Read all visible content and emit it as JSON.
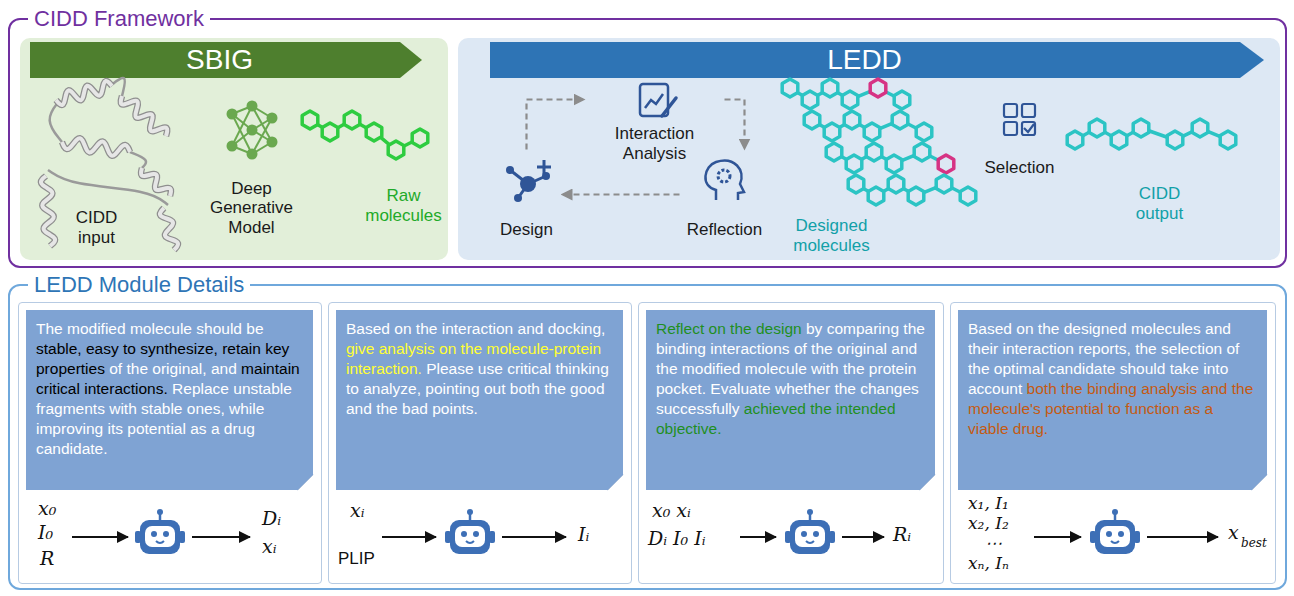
{
  "diagram": {
    "nodes": [
      {
        "text": [
          "CIDD Framework"
        ]
      },
      {
        "text": [
          "SBIG"
        ],
        "in": 0
      },
      {
        "text": [
          "CIDD input"
        ],
        "in": 1
      },
      {
        "text": [
          "Deep Generative Model"
        ],
        "in": 1
      },
      {
        "text": [
          "Raw molecules"
        ],
        "in": 1
      },
      {
        "text": [
          "LEDD"
        ],
        "in": 0
      },
      {
        "text": [
          "Design"
        ],
        "in": 5
      },
      {
        "text": [
          "Interaction Analysis"
        ],
        "in": 5
      },
      {
        "text": [
          "Reflection"
        ],
        "in": 5
      },
      {
        "text": [
          "Designed molecules"
        ],
        "in": 5
      },
      {
        "text": [
          "Selection"
        ],
        "in": 5
      },
      {
        "text": [
          "CIDD output"
        ],
        "in": 5
      },
      {
        "text": [
          "LEDD Module Details"
        ]
      },
      {
        "text": [
          "The modified molecule should be stable, easy to synthesize, retain key properties of the original, and maintain critical interactions. Replace unstable fragments with stable ones, while improving its potential as a drug candidate."
        ],
        "in": 12
      },
      {
        "text": [
          "Based on the interaction and docking, give analysis on the molecule-protein interaction. Please use critical thinking to analyze, pointing out both the good and the bad points."
        ],
        "in": 12
      },
      {
        "text": [
          "Reflect on the design by comparing the binding interactions of the original and the modified molecule with the protein pocket. Evaluate whether the changes successfully achieved the intended objective."
        ],
        "in": 12
      },
      {
        "text": [
          "Based on the designed molecules and their interaction reports, the selection of the optimal candidate should take into account both the binding analysis and the molecule's potential to function as a viable drug."
        ],
        "in": 12
      }
    ],
    "edges": [
      {
        "from": 6,
        "to": 7,
        "arrow": "to"
      },
      {
        "from": 7,
        "to": 8,
        "arrow": "to"
      },
      {
        "from": 8,
        "to": 6,
        "arrow": "to"
      }
    ],
    "labels": [
      "x₀",
      "I₀",
      "R",
      "Dᵢ",
      "xᵢ",
      "xᵢ",
      "PLIP",
      "Iᵢ",
      "x₀ xᵢ",
      "Dᵢ I₀ Iᵢ",
      "Rᵢ",
      "x₁, I₁",
      "x₂, I₂",
      "⋯",
      "xₙ, Iₙ",
      "x",
      "best"
    ]
  }
}
